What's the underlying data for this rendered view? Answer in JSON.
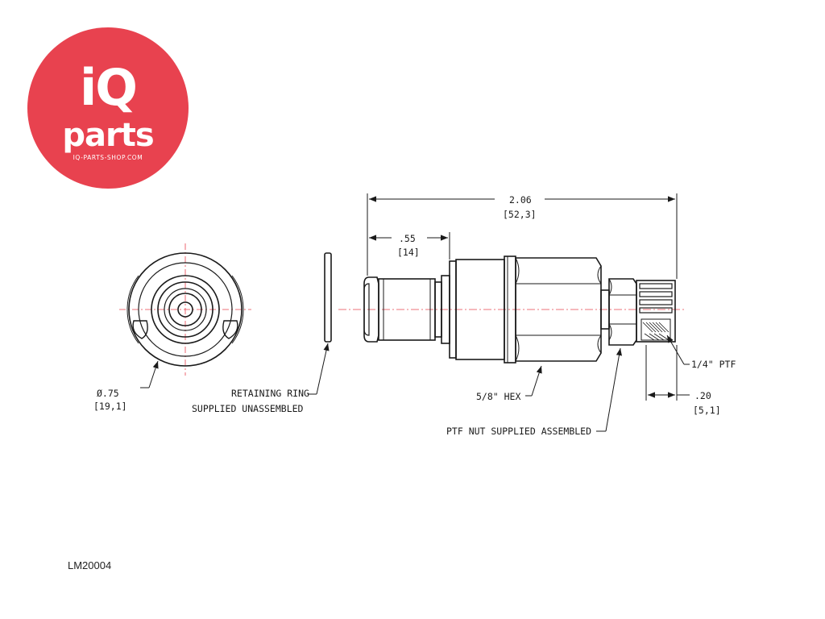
{
  "logo": {
    "brand_top": "iQ",
    "brand_bottom": "parts",
    "url": "IQ-PARTS-SHOP.COM",
    "color": "#e8424f"
  },
  "end_view": {
    "diameter_in": "Ø.75",
    "diameter_mm": "[19,1]"
  },
  "retaining_ring": {
    "label_line1": "RETAINING RING",
    "label_line2": "SUPPLIED UNASSEMBLED"
  },
  "side_view": {
    "overall_length_in": "2.06",
    "overall_length_mm": "[52,3]",
    "nose_length_in": ".55",
    "nose_length_mm": "[14]",
    "hex_label": "5/8\" HEX",
    "nut_label": "PTF NUT SUPPLIED ASSEMBLED",
    "thread_label": "1/4\" PTF",
    "thread_length_in": ".20",
    "thread_length_mm": "[5,1]"
  },
  "part_number": "LM20004",
  "colors": {
    "line": "#1a1a1a",
    "centerline": "#e8424f"
  }
}
